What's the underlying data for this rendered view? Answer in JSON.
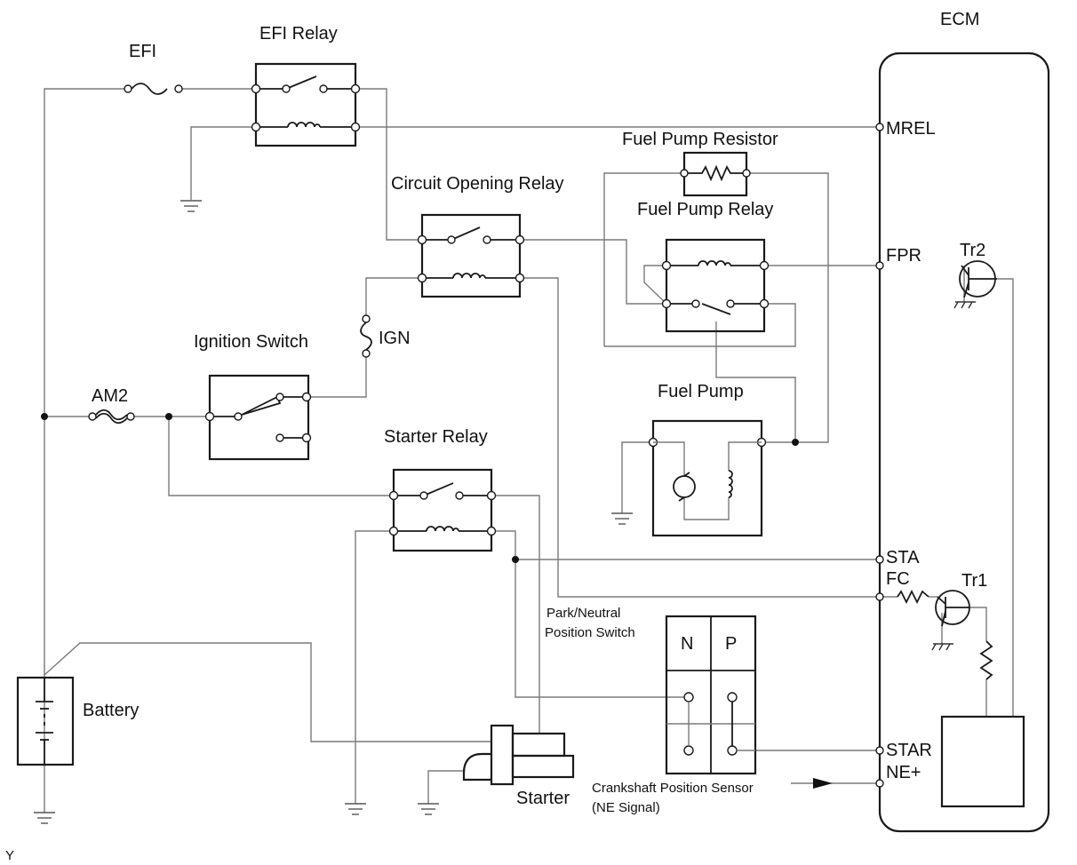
{
  "labels": {
    "ecm": "ECM",
    "efi": "EFI",
    "efi_relay": "EFI Relay",
    "mrel": "MREL",
    "fuel_pump_resistor": "Fuel Pump Resistor",
    "circuit_opening_relay": "Circuit Opening Relay",
    "fuel_pump_relay": "Fuel Pump Relay",
    "fpr": "FPR",
    "tr2": "Tr2",
    "ign": "IGN",
    "ignition_switch": "Ignition Switch",
    "am2": "AM2",
    "fuel_pump": "Fuel Pump",
    "starter_relay": "Starter Relay",
    "sta": "STA",
    "fc": "FC",
    "tr1": "Tr1",
    "pnp_line1": "Park/Neutral",
    "pnp_line2": "Position Switch",
    "n": "N",
    "p": "P",
    "battery": "Battery",
    "star": "STAR",
    "ne": "NE+",
    "starter": "Starter",
    "ckp_line1": "Crankshaft Position Sensor",
    "ckp_line2": "(NE Signal)",
    "corner": "Y"
  }
}
